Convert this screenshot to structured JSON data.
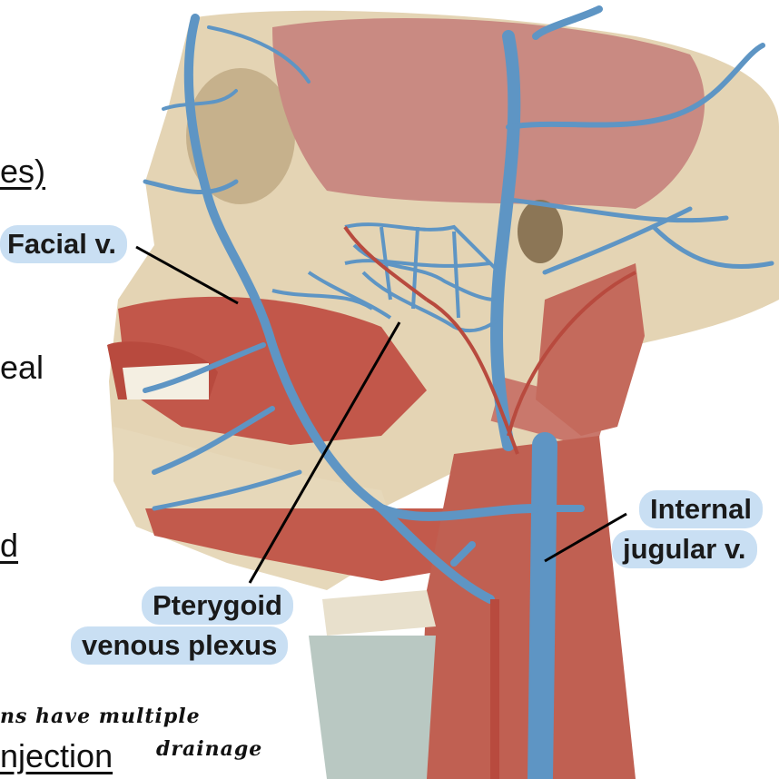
{
  "labels": {
    "facial_vein": "Facial v.",
    "pterygoid_line1": "Pterygoid",
    "pterygoid_line2": "venous plexus",
    "internal_jugular_line1": "Internal",
    "internal_jugular_line2": "jugular v."
  },
  "side_text": {
    "item1": "es)",
    "item2": "eal",
    "item3": "d",
    "item4": "njection"
  },
  "handwritten_note": {
    "line1": "ns have multiple",
    "line2": "drainage"
  },
  "colors": {
    "label_bg": "#c9dff3",
    "vein_blue": "#5e95c4",
    "muscle_red": "#c2574a",
    "bone_tan": "#e4d4b4"
  }
}
